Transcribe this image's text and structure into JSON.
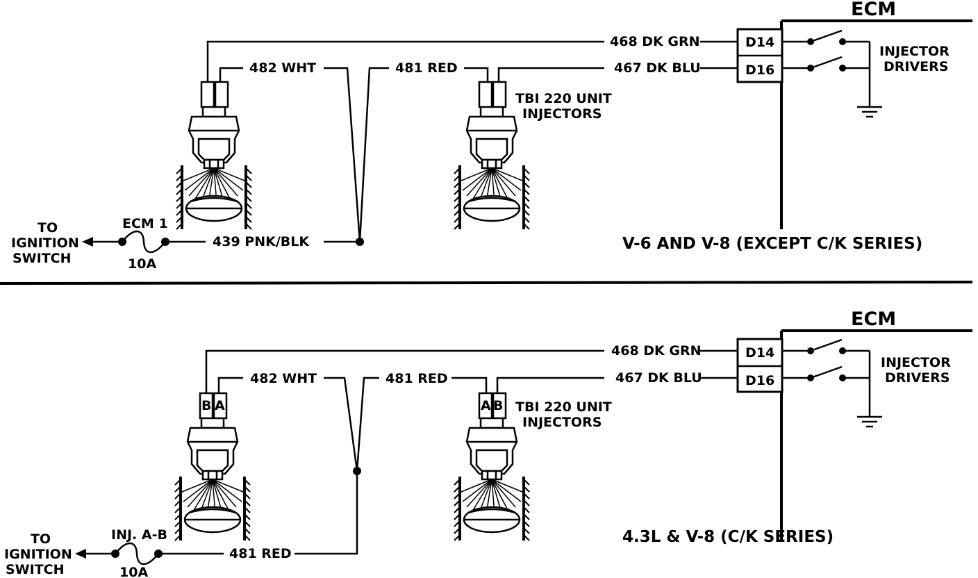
{
  "top": {
    "ecm": "ECM",
    "wire_468": "468 DK GRN",
    "wire_467": "467 DK BLU",
    "wire_482": "482 WHT",
    "wire_481": "481 RED",
    "wire_439": "439 PNK/BLK",
    "pin_d14": "D14",
    "pin_d16": "D16",
    "injector_drivers": [
      "INJECTOR",
      "DRIVERS"
    ],
    "tbi": [
      "TBI 220 UNIT",
      "INJECTORS"
    ],
    "to_ignition": [
      "TO",
      "IGNITION",
      "SWITCH"
    ],
    "fuse_name": "ECM 1",
    "fuse_rating": "10A",
    "caption": "V-6 AND V-8 (EXCEPT C/K SERIES)"
  },
  "bottom": {
    "ecm": "ECM",
    "wire_468": "468 DK GRN",
    "wire_467": "467 DK BLU",
    "wire_482": "482 WHT",
    "wire_481": "481 RED",
    "wire_481_feed": "481 RED",
    "pin_d14": "D14",
    "pin_d16": "D16",
    "injector_drivers": [
      "INJECTOR",
      "DRIVERS"
    ],
    "tbi": [
      "TBI 220 UNIT",
      "INJECTORS"
    ],
    "to_ignition": [
      "TO",
      "IGNITION",
      "SWITCH"
    ],
    "fuse_name": "INJ. A-B",
    "fuse_rating": "10A",
    "left_conn": [
      "B",
      "A"
    ],
    "right_conn": [
      "A",
      "B"
    ],
    "caption": "4.3L & V-8 (C/K  SERIES)"
  }
}
